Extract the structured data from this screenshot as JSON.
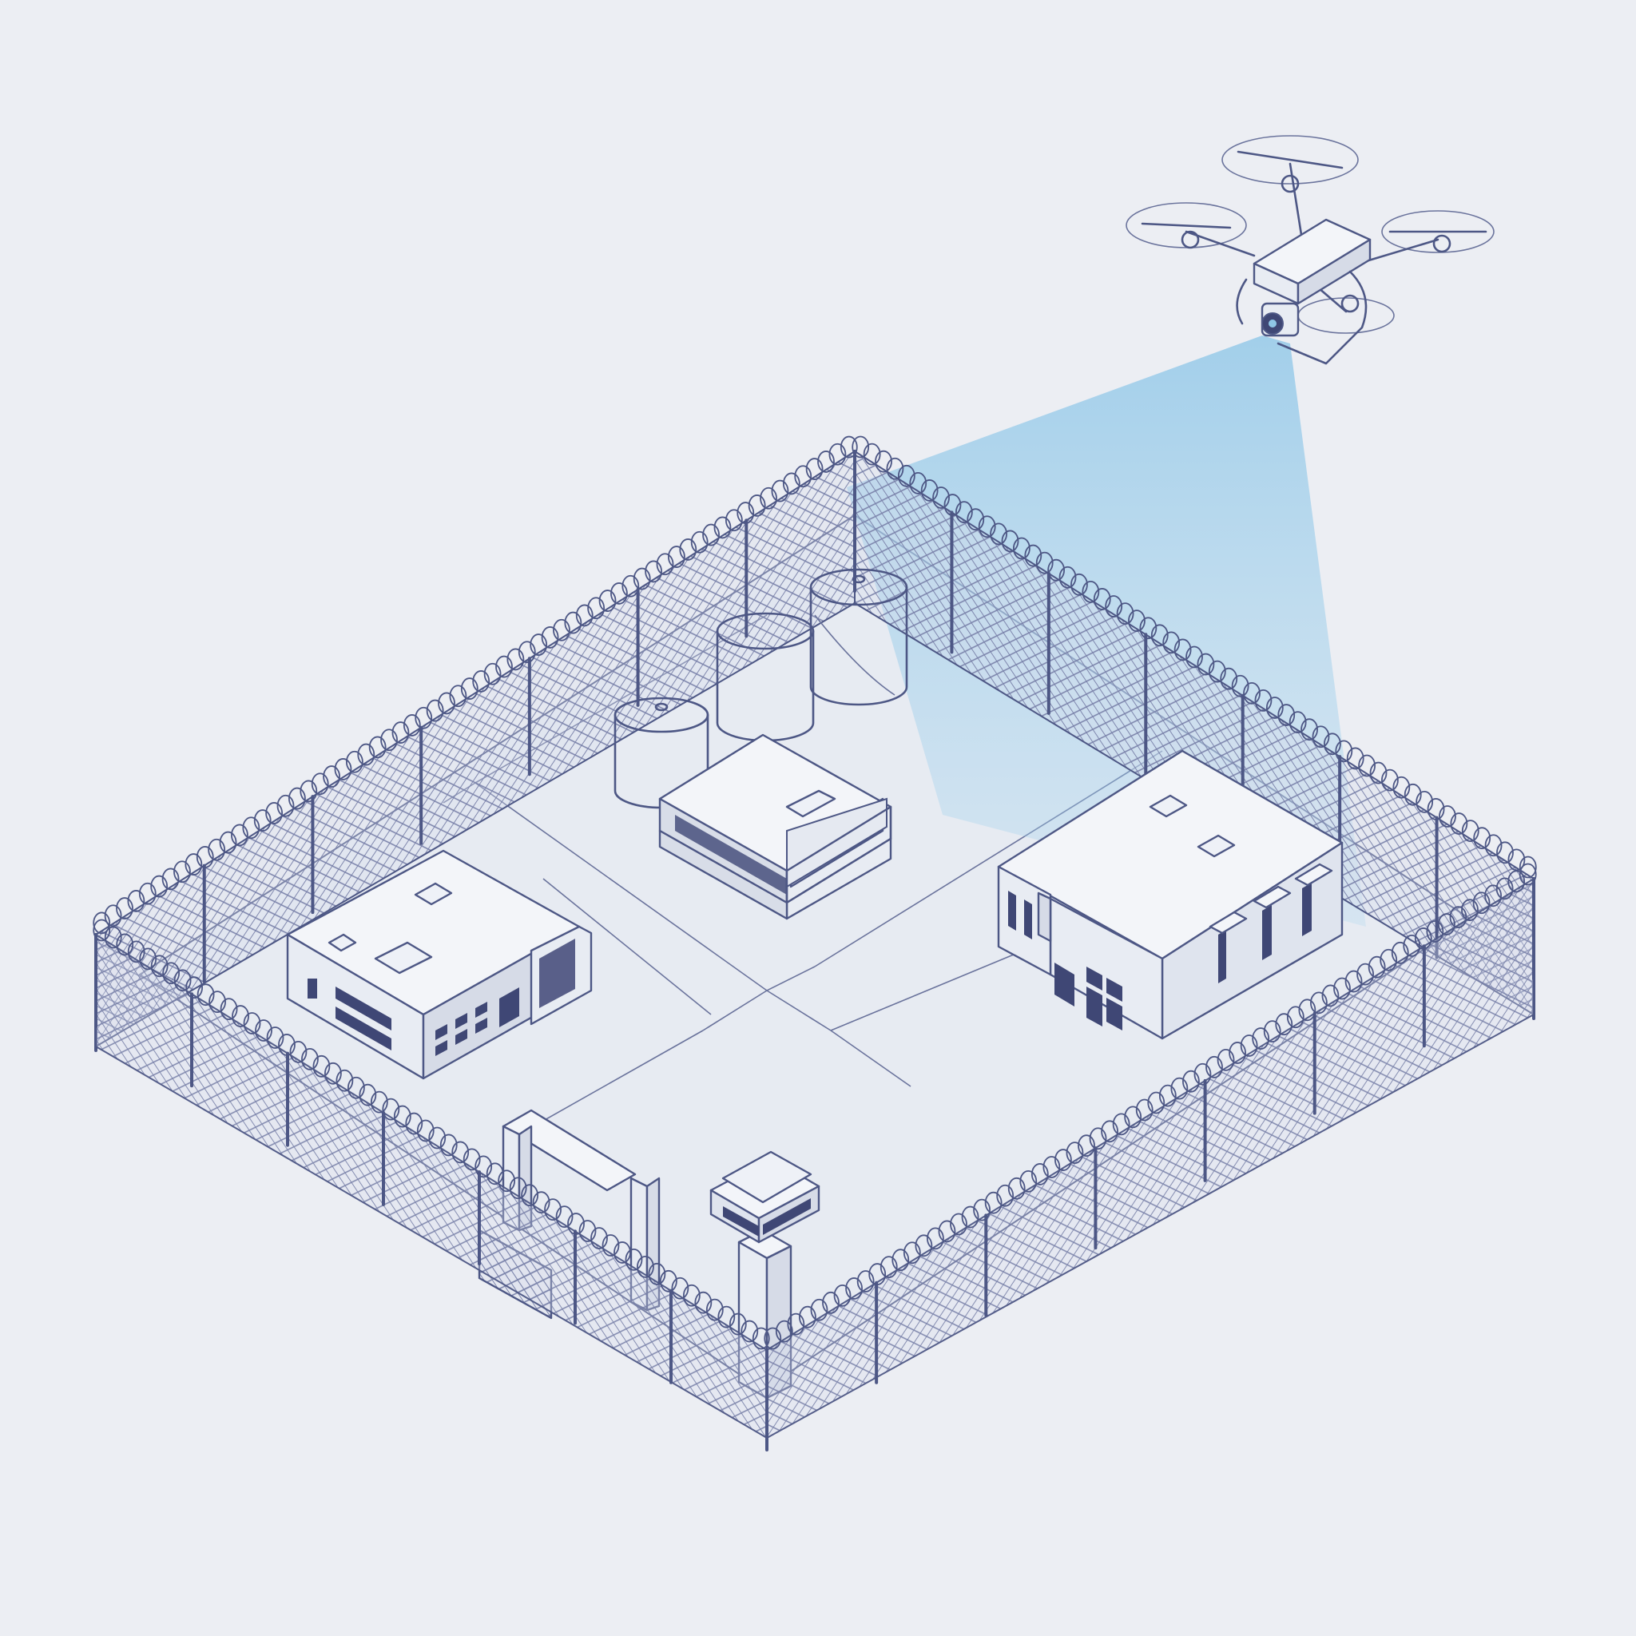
{
  "colors": {
    "background": "#eceef3",
    "line": "#4d5785",
    "yard": "#e5eaf2",
    "scan_beam": "#8fc6e6",
    "roof": "#f3f5f9",
    "wall_light": "#e8ecf3",
    "wall_dark": "#d4d9e6",
    "window": "#3f4775"
  },
  "icons": {
    "drone": "quadcopter-drone-icon",
    "fence": "razor-wire-fence",
    "tower": "guard-tower-icon"
  },
  "scene": {
    "fence_panels_per_side": 7,
    "tank_count": 3,
    "building_count": 3
  }
}
